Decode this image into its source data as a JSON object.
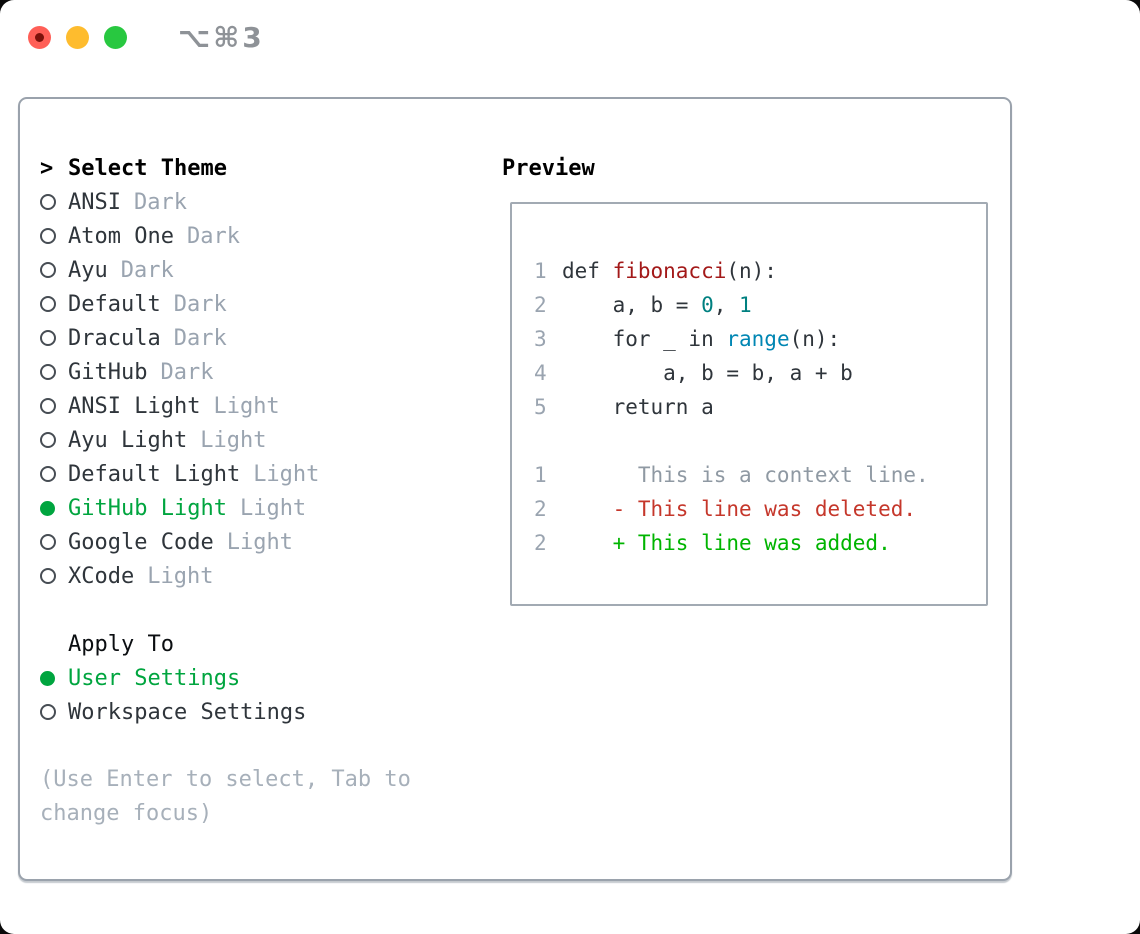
{
  "window": {
    "shortcut_label": "⌥⌘3"
  },
  "theme_selector": {
    "prompt": ">",
    "title": "Select Theme",
    "options": [
      {
        "label": "ANSI",
        "variant": "Dark",
        "selected": false
      },
      {
        "label": "Atom One",
        "variant": "Dark",
        "selected": false
      },
      {
        "label": "Ayu",
        "variant": "Dark",
        "selected": false
      },
      {
        "label": "Default",
        "variant": "Dark",
        "selected": false
      },
      {
        "label": "Dracula",
        "variant": "Dark",
        "selected": false
      },
      {
        "label": "GitHub",
        "variant": "Dark",
        "selected": false
      },
      {
        "label": "ANSI Light",
        "variant": "Light",
        "selected": false
      },
      {
        "label": "Ayu Light",
        "variant": "Light",
        "selected": false
      },
      {
        "label": "Default Light",
        "variant": "Light",
        "selected": false
      },
      {
        "label": "GitHub Light",
        "variant": "Light",
        "selected": true
      },
      {
        "label": "Google Code",
        "variant": "Light",
        "selected": false
      },
      {
        "label": "XCode",
        "variant": "Light",
        "selected": false
      }
    ]
  },
  "apply_to": {
    "title": "Apply To",
    "options": [
      {
        "label": "User Settings",
        "selected": true
      },
      {
        "label": "Workspace Settings",
        "selected": false
      }
    ]
  },
  "hint": {
    "line1": "(Use Enter to select, Tab to",
    "line2": "change focus)"
  },
  "preview": {
    "title": "Preview",
    "code_lines": [
      {
        "num": "1",
        "segments": [
          {
            "text": "def ",
            "style": "code"
          },
          {
            "text": "fibonacci",
            "style": "function"
          },
          {
            "text": "(n):",
            "style": "code"
          }
        ]
      },
      {
        "num": "2",
        "segments": [
          {
            "text": "    a, b = ",
            "style": "code"
          },
          {
            "text": "0",
            "style": "number"
          },
          {
            "text": ", ",
            "style": "code"
          },
          {
            "text": "1",
            "style": "number"
          }
        ]
      },
      {
        "num": "3",
        "segments": [
          {
            "text": "    for _ in ",
            "style": "code"
          },
          {
            "text": "range",
            "style": "builtin"
          },
          {
            "text": "(n):",
            "style": "code"
          }
        ]
      },
      {
        "num": "4",
        "segments": [
          {
            "text": "        a, b = b, a + b",
            "style": "code"
          }
        ]
      },
      {
        "num": "5",
        "segments": [
          {
            "text": "    return a",
            "style": "code"
          }
        ]
      },
      {
        "num": "",
        "segments": []
      },
      {
        "num": "1",
        "segments": [
          {
            "text": "      This is a context line.",
            "style": "context"
          }
        ]
      },
      {
        "num": "2",
        "segments": [
          {
            "text": "    - This line was deleted.",
            "style": "deleted"
          }
        ]
      },
      {
        "num": "2",
        "segments": [
          {
            "text": "    + This line was added.",
            "style": "added"
          }
        ]
      }
    ]
  },
  "colors": {
    "selected_green": "#00a53f",
    "added_green": "#00b400",
    "deleted_red": "#c5372b",
    "function_red": "#a31919",
    "number_teal": "#008080",
    "builtin_blue": "#0086b3",
    "muted_gray": "#9aa4b0",
    "text_dark": "#2f353b",
    "panel_border": "#9aa2ac",
    "traffic_red": "#ff5f57",
    "traffic_yellow": "#febc2e",
    "traffic_green": "#28c840"
  }
}
